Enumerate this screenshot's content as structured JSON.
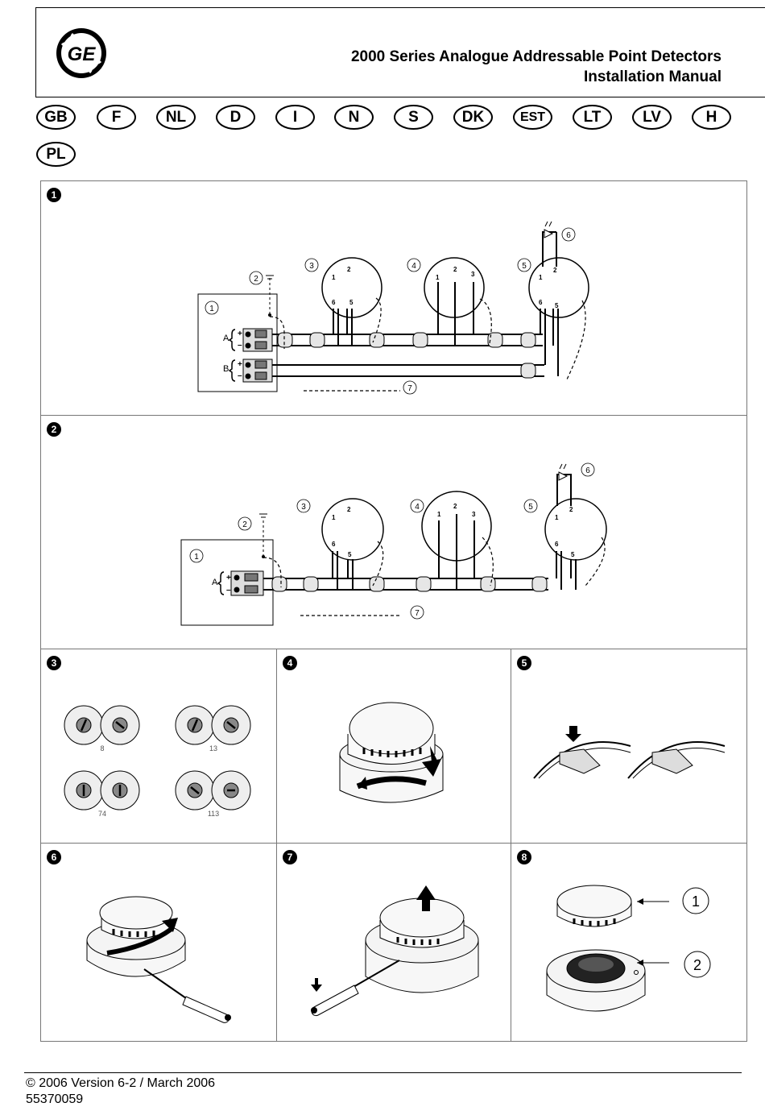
{
  "header": {
    "logo_text": "GE",
    "title_line1": "2000 Series Analogue Addressable Point Detectors",
    "title_line2": "Installation Manual"
  },
  "languages": [
    "GB",
    "F",
    "NL",
    "D",
    "I",
    "N",
    "S",
    "DK",
    "EST",
    "LT",
    "LV",
    "H",
    "PL"
  ],
  "figures": {
    "fig1": {
      "number": "1",
      "callouts": [
        "1",
        "2",
        "3",
        "4",
        "5",
        "6",
        "7"
      ],
      "loop_labels": [
        "A",
        "B"
      ],
      "pol": [
        "+",
        "–"
      ],
      "terms": [
        "1",
        "2",
        "5",
        "6"
      ],
      "base4_terms": [
        "1",
        "2",
        "3"
      ]
    },
    "fig2": {
      "number": "2",
      "callouts": [
        "1",
        "2",
        "3",
        "4",
        "5",
        "6",
        "7"
      ],
      "loop_labels": [
        "A"
      ]
    },
    "fig3": {
      "number": "3",
      "address_values": [
        "8",
        "13",
        "74",
        "113"
      ]
    },
    "fig4": {
      "number": "4"
    },
    "fig5": {
      "number": "5"
    },
    "fig6": {
      "number": "6"
    },
    "fig7": {
      "number": "7"
    },
    "fig8": {
      "number": "8",
      "callouts": [
        "1",
        "2"
      ]
    }
  },
  "footer": {
    "copyright": "© 2006 Version 6-2 / March 2006",
    "part_number": "55370059"
  }
}
